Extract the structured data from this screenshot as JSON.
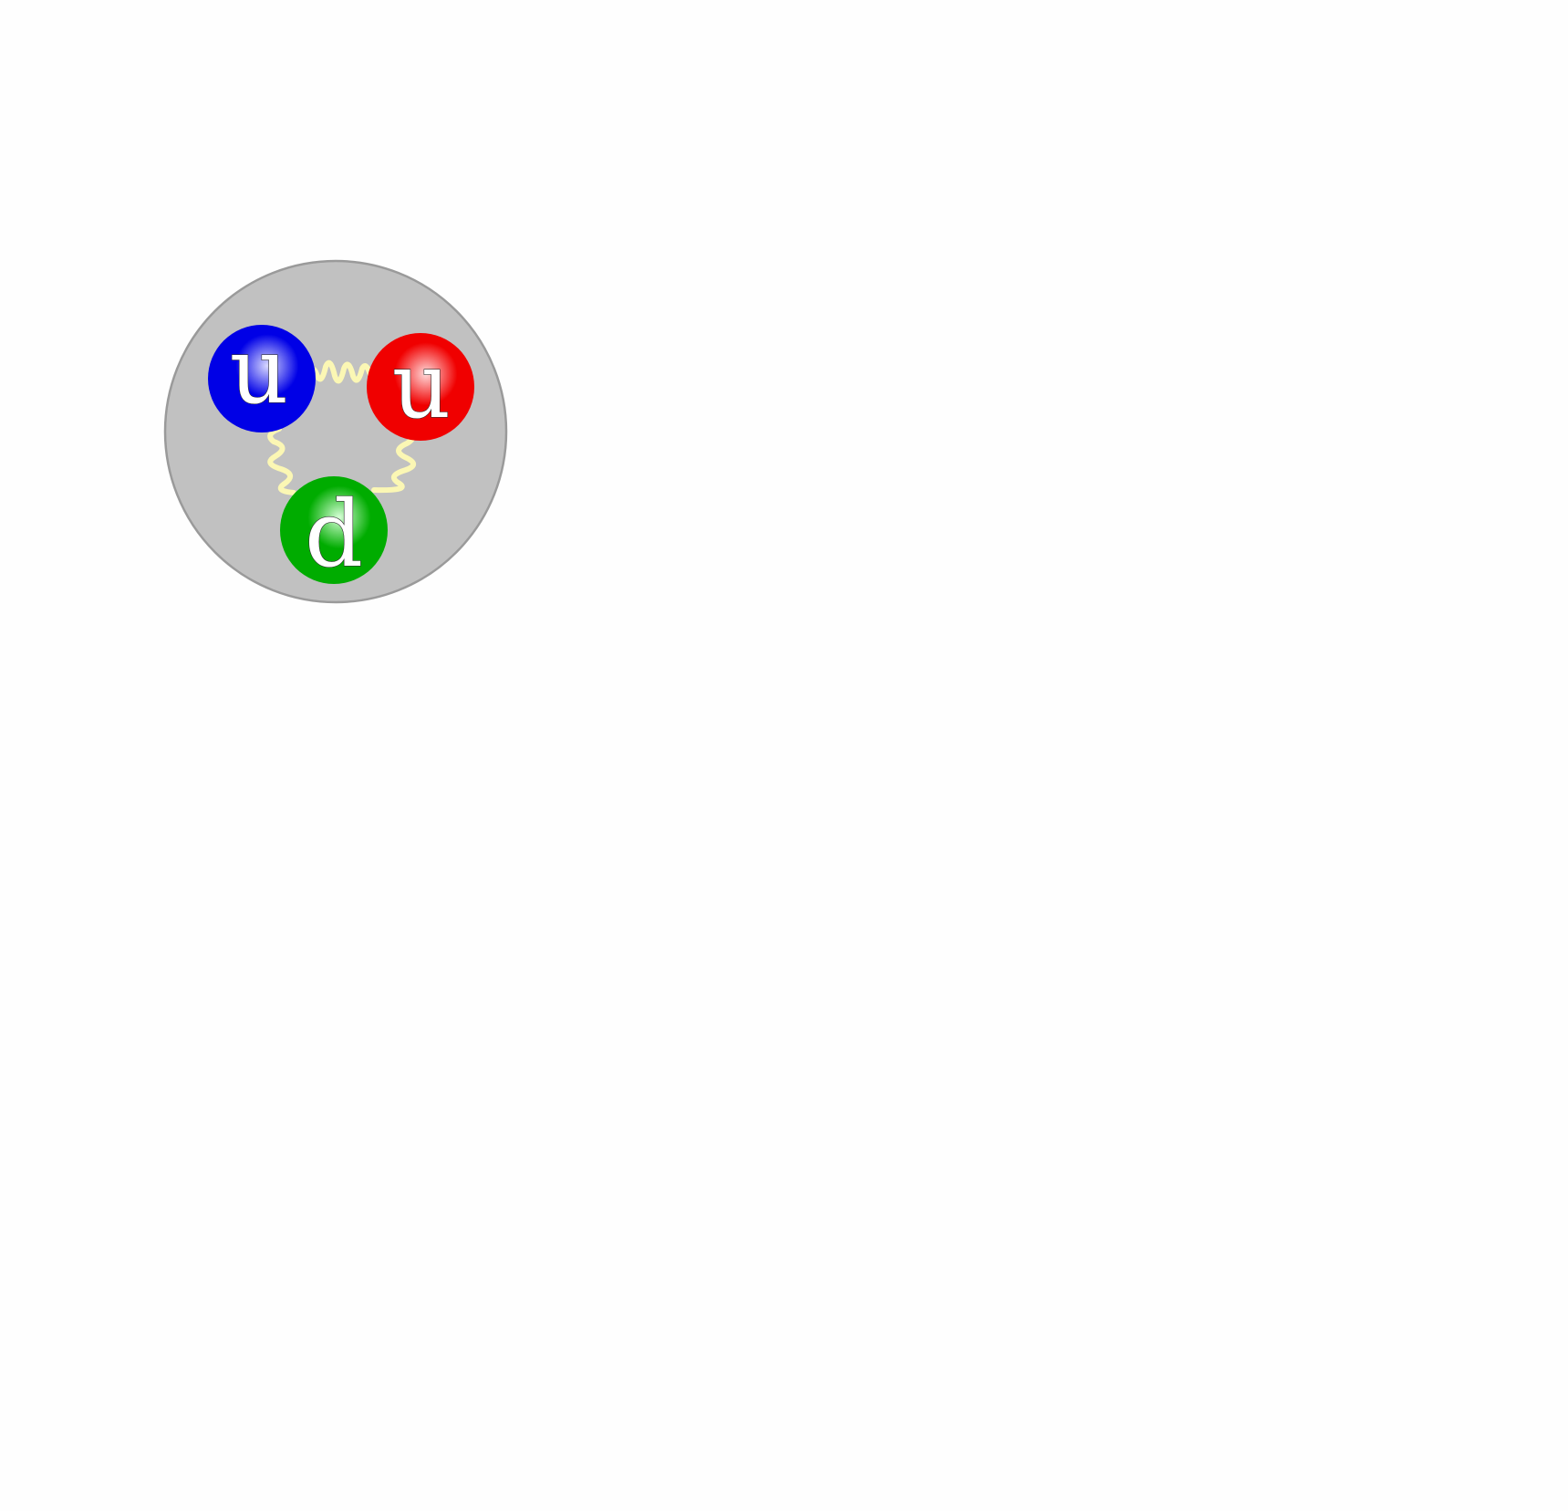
{
  "colors": {
    "background": "#fefefe",
    "hadron_fill": "#c1c1c1",
    "hadron_stroke": "#9a9a9a",
    "gluon": "#fbf7b4"
  },
  "quarks": [
    {
      "id": "up-blue",
      "label": "u",
      "color": "#0000e6",
      "highlight": "#d8d8ff"
    },
    {
      "id": "up-red",
      "label": "u",
      "color": "#f00000",
      "highlight": "#ffd9d9"
    },
    {
      "id": "down-green",
      "label": "d",
      "color": "#00ac00",
      "highlight": "#d6ffd6"
    }
  ],
  "gluons": [
    {
      "id": "gluon-blue-red",
      "connects": [
        "up-blue",
        "up-red"
      ]
    },
    {
      "id": "gluon-blue-green",
      "connects": [
        "up-blue",
        "down-green"
      ]
    },
    {
      "id": "gluon-red-green",
      "connects": [
        "up-red",
        "down-green"
      ]
    }
  ]
}
